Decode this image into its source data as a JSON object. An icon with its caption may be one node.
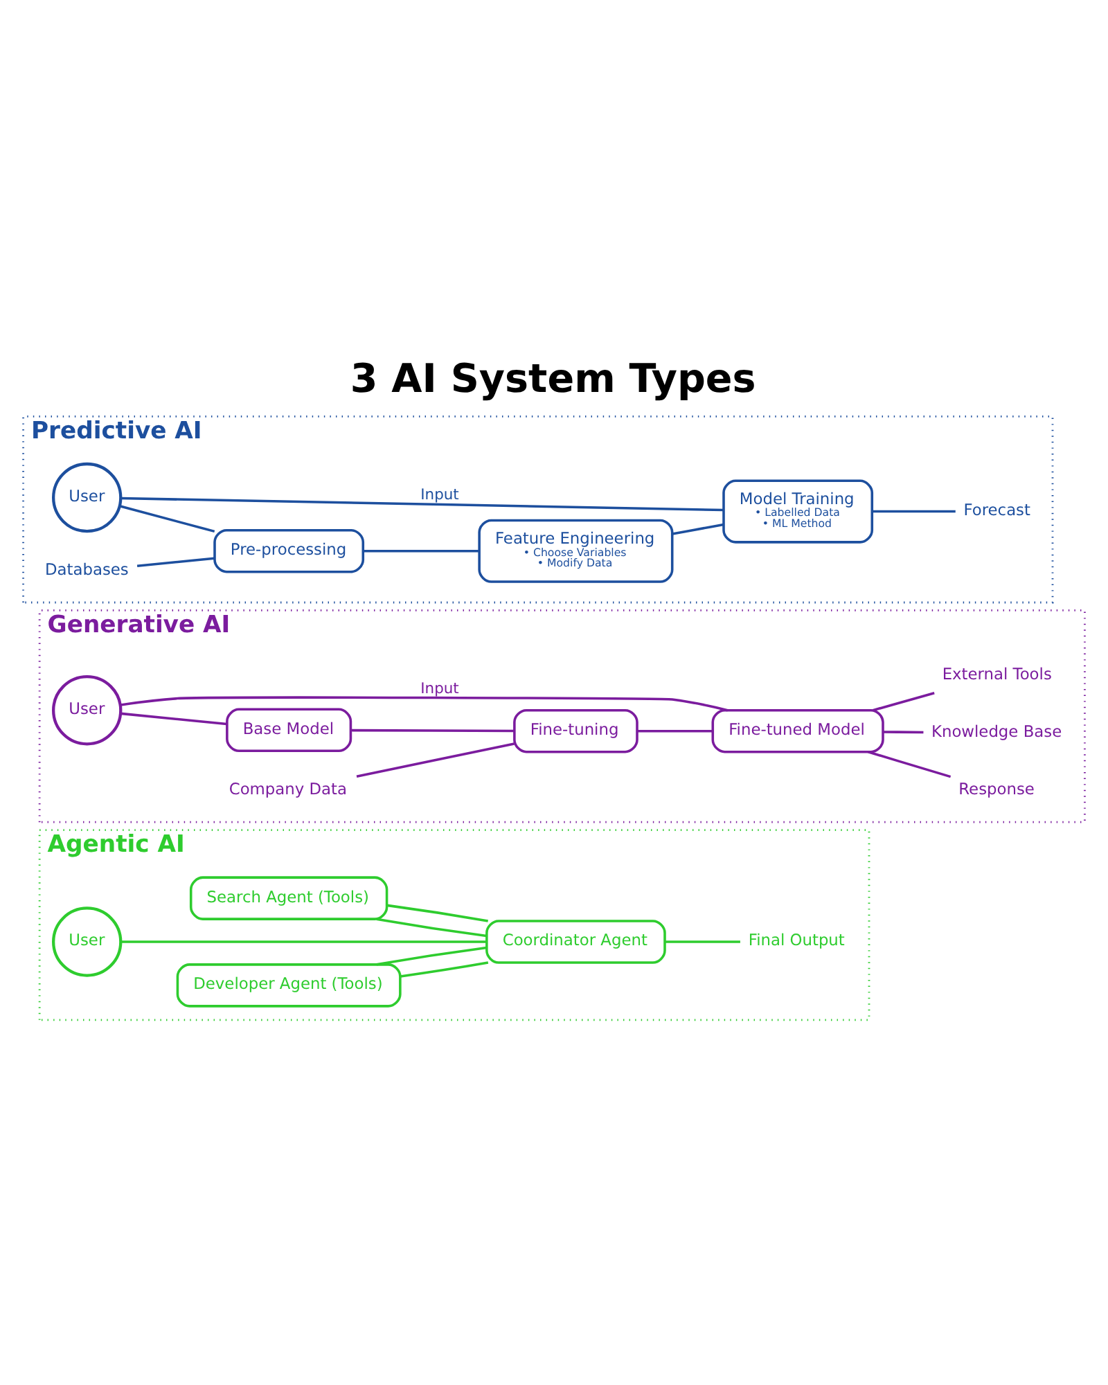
{
  "diagram": {
    "title": "3 AI System Types",
    "nodes": [
      {
        "text": [
          "Predictive AI"
        ]
      },
      {
        "text": [
          "User"
        ],
        "in": 0
      },
      {
        "text": [
          "Pre-processing"
        ],
        "in": 0
      },
      {
        "text": [
          "Feature Engineering",
          "• Choose Variables",
          "• Modify Data"
        ],
        "in": 0
      },
      {
        "text": [
          "Model Training",
          "• Labelled Data",
          "• ML Method"
        ],
        "in": 0
      },
      {
        "text": [
          "Databases"
        ],
        "in": 0
      },
      {
        "text": [
          "Forecast"
        ],
        "in": 0
      },
      {
        "text": [
          "Generative AI"
        ]
      },
      {
        "text": [
          "User"
        ],
        "in": 7
      },
      {
        "text": [
          "Base Model"
        ],
        "in": 7
      },
      {
        "text": [
          "Fine-tuning"
        ],
        "in": 7
      },
      {
        "text": [
          "Fine-tuned Model"
        ],
        "in": 7
      },
      {
        "text": [
          "Company Data"
        ],
        "in": 7
      },
      {
        "text": [
          "Response"
        ],
        "in": 7
      },
      {
        "text": [
          "Knowledge Base"
        ],
        "in": 7
      },
      {
        "text": [
          "External Tools"
        ],
        "in": 7
      },
      {
        "text": [
          "Agentic AI"
        ]
      },
      {
        "text": [
          "Search Agent (Tools)"
        ],
        "in": 16
      },
      {
        "text": [
          "User"
        ],
        "in": 16
      },
      {
        "text": [
          "Coordinator Agent"
        ],
        "in": 16
      },
      {
        "text": [
          "Final Output"
        ],
        "in": 16
      },
      {
        "text": [
          "Developer Agent (Tools)"
        ],
        "in": 16
      }
    ],
    "edges": [
      {
        "from": 1,
        "to": 4,
        "arrow": "none",
        "label": "Input",
        "color": "#1d4f9e"
      },
      {
        "from": 1,
        "to": 2,
        "arrow": "none",
        "color": "#1d4f9e"
      },
      {
        "from": 5,
        "to": 2,
        "arrow": "none",
        "color": "#1d4f9e"
      },
      {
        "from": 2,
        "to": 3,
        "arrow": "none",
        "color": "#1d4f9e"
      },
      {
        "from": 3,
        "to": 4,
        "arrow": "none",
        "color": "#1d4f9e"
      },
      {
        "from": 4,
        "to": 6,
        "arrow": "none",
        "color": "#1d4f9e"
      },
      {
        "from": 8,
        "to": 11,
        "arrow": "none",
        "label": "Input"
      },
      {
        "from": 8,
        "to": 9,
        "arrow": "none"
      },
      {
        "from": 9,
        "to": 10,
        "arrow": "none"
      },
      {
        "from": 12,
        "to": 10,
        "arrow": "none"
      },
      {
        "from": 10,
        "to": 11,
        "arrow": "none"
      },
      {
        "from": 11,
        "to": 13,
        "arrow": "none"
      },
      {
        "from": 11,
        "to": 14,
        "arrow": "none"
      },
      {
        "from": 11,
        "to": 15,
        "arrow": "none"
      },
      {
        "from": 18,
        "to": 19,
        "arrow": "none",
        "color": "#2ecc2e"
      },
      {
        "from": 17,
        "to": 19,
        "arrow": "none",
        "color": "#2ecc2e"
      },
      {
        "from": 17,
        "to": 19,
        "arrow": "none",
        "color": "#2ecc2e"
      },
      {
        "from": 21,
        "to": 19,
        "arrow": "none",
        "color": "#2ecc2e"
      },
      {
        "from": 21,
        "to": 19,
        "arrow": "none",
        "color": "#2ecc2e"
      },
      {
        "from": 19,
        "to": 20,
        "arrow": "none",
        "color": "#2ecc2e"
      }
    ]
  }
}
